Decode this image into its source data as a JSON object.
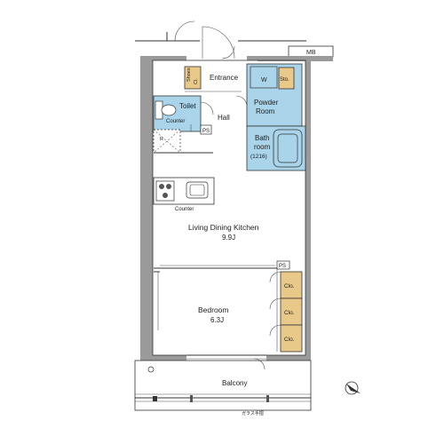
{
  "rooms": {
    "entrance": "Entrance",
    "hall": "Hall",
    "toilet": "Toilet",
    "counter_toilet": "Counter",
    "powder_room_line1": "Powder",
    "powder_room_line2": "Room",
    "bathroom_line1": "Bath",
    "bathroom_line2": "room",
    "bathroom_size": "(1216)",
    "ldk": "Living Dining Kitchen",
    "ldk_size": "9.9J",
    "counter_kitchen": "Counter",
    "bedroom": "Bedroom",
    "bedroom_size": "6.3J",
    "balcony": "Balcony"
  },
  "fixtures": {
    "shoes_line1": "Shoes",
    "shoes_line2": "Cl.",
    "washer": "W",
    "storage": "Sto.",
    "ps_upper": "PS",
    "ps_lower": "PS",
    "mb": "MB",
    "closet_1": "Clo.",
    "closet_2": "Clo.",
    "closet_3": "Clo.",
    "refrigerator": "R",
    "balcony_note": "ガラス手摺"
  },
  "colors": {
    "wet_area": "#a9d4ea",
    "storage": "#e8c98a",
    "wall": "#9a9a9a"
  },
  "icons": {
    "north": "north-arrow-icon"
  }
}
